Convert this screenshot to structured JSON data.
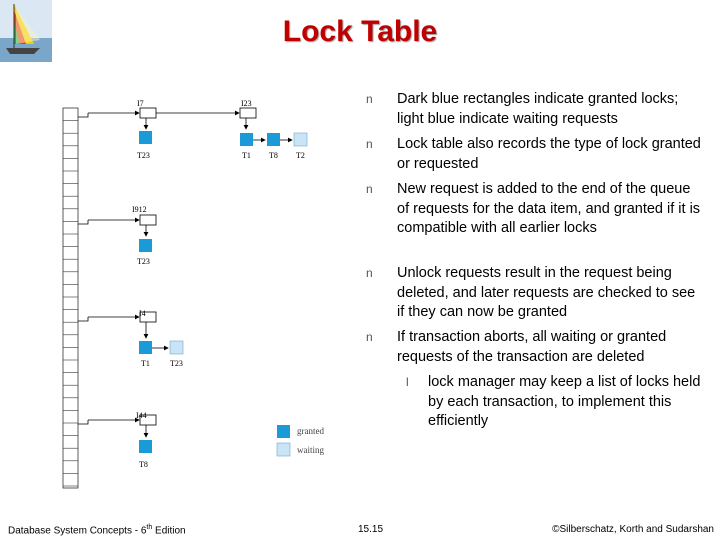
{
  "slide": {
    "title": "Lock Table",
    "logo": "sailboat-logo"
  },
  "diagram": {
    "legend": {
      "granted": "granted",
      "waiting": "waiting"
    },
    "items": [
      {
        "name": "I7",
        "top_label": "I7",
        "queue": [
          {
            "txn": "T23",
            "state": "granted"
          }
        ]
      },
      {
        "name": "I23",
        "top_label": "I23",
        "queue": [
          {
            "txn": "T1",
            "state": "granted"
          },
          {
            "txn": "T8",
            "state": "granted"
          },
          {
            "txn": "T2",
            "state": "waiting"
          }
        ]
      },
      {
        "name": "I912",
        "top_label": "I912",
        "queue": [
          {
            "txn": "T23",
            "state": "granted"
          }
        ]
      },
      {
        "name": "I4",
        "top_label": "I4",
        "queue": [
          {
            "txn": "T1",
            "state": "granted"
          },
          {
            "txn": "T23",
            "state": "waiting"
          }
        ]
      },
      {
        "name": "I44",
        "top_label": "I44",
        "queue": [
          {
            "txn": "T8",
            "state": "granted"
          }
        ]
      }
    ],
    "colors": {
      "granted": "#1a9ad6",
      "waiting": "#c8e4f6"
    }
  },
  "bullets": [
    {
      "marker": "n",
      "text": "Dark blue rectangles indicate granted locks; light blue indicate waiting requests"
    },
    {
      "marker": "n",
      "text": "Lock table also records the type of lock granted or requested"
    },
    {
      "marker": "n",
      "text": "New request is added to the end of the queue of requests for the data item, and granted if it is compatible with all earlier locks"
    },
    {
      "marker": "n",
      "text": "Unlock requests result in the request being deleted, and later requests are checked to see if they can now be granted"
    },
    {
      "marker": "n",
      "text": "If transaction aborts, all waiting or granted requests of the transaction are deleted"
    }
  ],
  "sub_bullets": [
    {
      "marker": "l",
      "text": "lock manager may keep a list of locks held by each transaction, to implement this efficiently"
    }
  ],
  "footer": {
    "left_prefix": "Database System Concepts - 6",
    "left_sup": "th",
    "left_suffix": " Edition",
    "page": "15.15",
    "right": "©Silberschatz, Korth and Sudarshan"
  }
}
